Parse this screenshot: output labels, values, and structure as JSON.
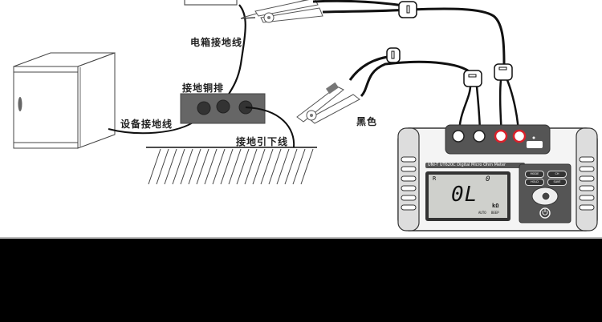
{
  "diagram": {
    "labels": {
      "cabinet_ground_wire": "电箱接地线",
      "ground_copper_bar": "接地铜排",
      "equipment_ground_wire": "设备接地线",
      "ground_down_lead": "接地引下线",
      "black_lead": "黑色"
    },
    "meter": {
      "brand": "UNI-T",
      "model": "UT620C",
      "description": "Digital Micro Ohm Meter",
      "display": {
        "mode": "R",
        "index": "0",
        "reading": "0L",
        "unit": "kΩ",
        "indicators": [
          "AUTO",
          "BEEP"
        ]
      },
      "buttons": [
        "MODE",
        "CH",
        "HOLD",
        "SAVE"
      ],
      "terminal_colors": [
        "#ffffff",
        "#ffffff",
        "#d9202a",
        "#d9202a"
      ]
    }
  },
  "banner": {
    "text": ""
  }
}
